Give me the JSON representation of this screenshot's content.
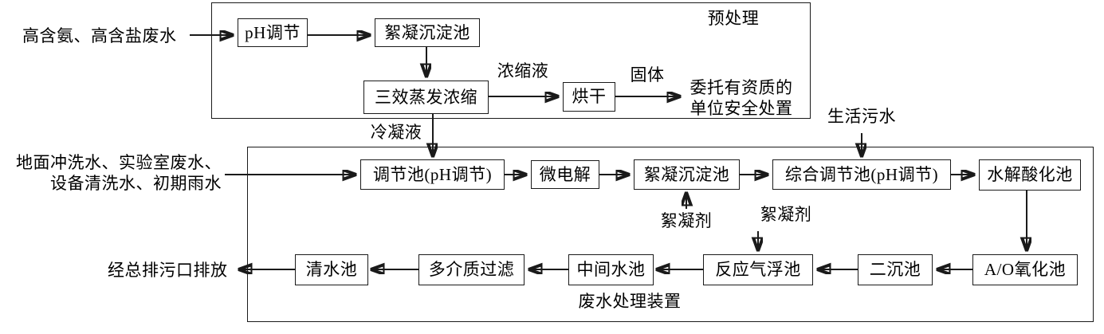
{
  "diagram": {
    "title_hidden": "",
    "sections": [
      {
        "id": "pretreatment",
        "label": "预处理"
      },
      {
        "id": "wastewater-treatment",
        "label": "废水处理装置"
      }
    ],
    "inputs": [
      {
        "id": "high-ammonia-salt",
        "label": "高含氨、高含盐废水"
      },
      {
        "id": "floor-lab-equipment-rain",
        "line1": "地面冲洗水、实验室废水、",
        "line2": "设备清洗水、初期雨水"
      },
      {
        "id": "domestic-sewage",
        "label": "生活污水"
      }
    ],
    "outputs": [
      {
        "id": "safe-disposal",
        "line1": "委托有资质的",
        "line2": "单位安全处置"
      },
      {
        "id": "discharge-outlet",
        "label": "经总排污口排放"
      }
    ],
    "stream_labels": [
      {
        "id": "concentrate",
        "label": "浓缩液"
      },
      {
        "id": "solid",
        "label": "固体"
      },
      {
        "id": "condensate",
        "label": "冷凝液"
      },
      {
        "id": "flocculant-1",
        "label": "絮凝剂"
      },
      {
        "id": "flocculant-2",
        "label": "絮凝剂"
      }
    ],
    "nodes": {
      "top_row": [
        {
          "id": "ph-adjust",
          "label": "pH调节"
        },
        {
          "id": "floc-sed-tank-1",
          "label": "絮凝沉淀池"
        },
        {
          "id": "triple-effect-evaporation",
          "label": "三效蒸发浓缩"
        },
        {
          "id": "drying",
          "label": "烘干"
        }
      ],
      "middle_row": [
        {
          "id": "regulating-tank-ph",
          "label": "调节池(pH调节)"
        },
        {
          "id": "micro-electrolysis",
          "label": "微电解"
        },
        {
          "id": "floc-sed-tank-2",
          "label": "絮凝沉淀池"
        },
        {
          "id": "comprehensive-regulating-tank-ph",
          "label": "综合调节池(pH调节)"
        },
        {
          "id": "hydrolysis-acidification-tank",
          "label": "水解酸化池"
        }
      ],
      "bottom_row": [
        {
          "id": "clean-water-tank",
          "label": "清水池"
        },
        {
          "id": "multimedia-filter",
          "label": "多介质过滤"
        },
        {
          "id": "intermediate-water-tank",
          "label": "中间水池"
        },
        {
          "id": "reaction-air-flotation-tank",
          "label": "反应气浮池"
        },
        {
          "id": "secondary-sedimentation-tank",
          "label": "二沉池"
        },
        {
          "id": "ao-oxidation-tank",
          "label": "A/O氧化池"
        }
      ]
    },
    "colors": {
      "line": "#1a1a1a",
      "background": "#ffffff",
      "text": "#000000"
    }
  }
}
